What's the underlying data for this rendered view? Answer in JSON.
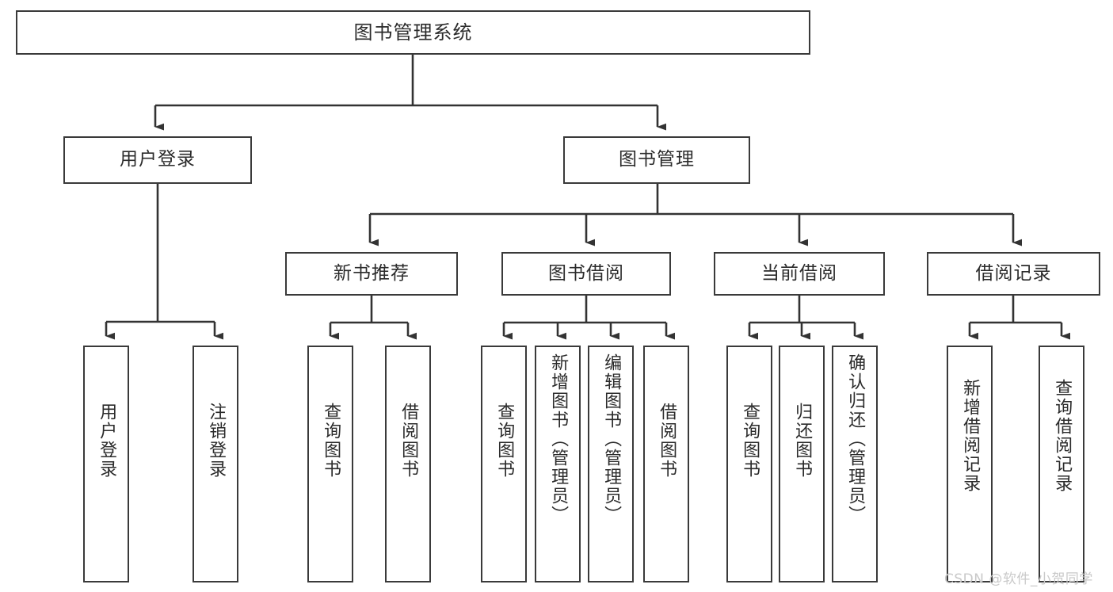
{
  "diagram": {
    "title": "图书管理系统",
    "watermark": "CSDN @软件_小贺同学",
    "colors": {
      "border": "#3a3a3a",
      "text": "#2b2b2b",
      "background": "#ffffff",
      "watermark": "#c9c9c9"
    },
    "root": {
      "label": "图书管理系统"
    },
    "level1": [
      {
        "label": "用户登录"
      },
      {
        "label": "图书管理"
      }
    ],
    "level2": [
      {
        "label": "新书推荐"
      },
      {
        "label": "图书借阅"
      },
      {
        "label": "当前借阅"
      },
      {
        "label": "借阅记录"
      }
    ],
    "leaves": {
      "user_login": [
        {
          "label": "用户登录"
        },
        {
          "label": "注销登录"
        }
      ],
      "new_book": [
        {
          "label": "查询图书"
        },
        {
          "label": "借阅图书"
        }
      ],
      "book_borrow": [
        {
          "label": "查询图书"
        },
        {
          "label": "新增图书（管理员）"
        },
        {
          "label": "编辑图书（管理员）"
        },
        {
          "label": "借阅图书"
        }
      ],
      "current_borrow": [
        {
          "label": "查询图书"
        },
        {
          "label": "归还图书"
        },
        {
          "label": "确认归还（管理员）"
        }
      ],
      "borrow_record": [
        {
          "label": "新增借阅记录"
        },
        {
          "label": "查询借阅记录"
        }
      ]
    }
  }
}
